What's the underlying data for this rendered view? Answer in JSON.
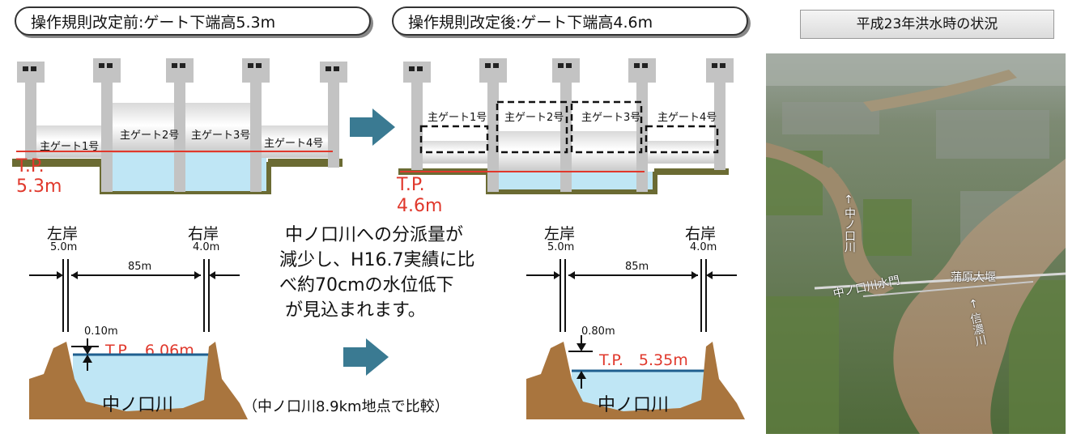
{
  "header": {
    "before_title": "操作規則改定前:ゲート下端高5.3m",
    "after_title": "操作規則改定後:ゲート下端高4.6m",
    "photo_title": "平成23年洪水時の状況"
  },
  "gates_before": {
    "labels": [
      "主ゲート1号",
      "主ゲート2号",
      "主ゲート3号",
      "主ゲート4号"
    ],
    "tp_line1": "T.P.",
    "tp_line2": "5.3m"
  },
  "gates_after": {
    "labels": [
      "主ゲート1号",
      "主ゲート2号",
      "主ゲート3号",
      "主ゲート4号"
    ],
    "tp_line1": "T.P.",
    "tp_line2": "4.6m"
  },
  "section_before": {
    "left_bank": "左岸",
    "left_height": "5.0m",
    "right_bank": "右岸",
    "right_height": "4.0m",
    "width": "85m",
    "drop": "0.10m",
    "water_level": "T.P.　6.06m",
    "river": "中ノ口川"
  },
  "section_after": {
    "left_bank": "左岸",
    "left_height": "5.0m",
    "right_bank": "右岸",
    "right_height": "4.0m",
    "width": "85m",
    "drop": "0.80m",
    "water_level": "T.P.　5.35m",
    "river": "中ノ口川"
  },
  "message": {
    "line1": "中ノ口川への分派量が",
    "line2": "減少し、H16.7実績に比",
    "line3": "べ約70cmの水位低下",
    "line4": "が見込まれます。",
    "comparison": "（中ノ口川8.9km地点で比較）"
  },
  "photo": {
    "label_nakanokuchi_river": "中ノ口川",
    "label_suimon": "中ノ口川水門",
    "label_kanbara": "蒲原大堰",
    "label_shinano": "信濃川"
  },
  "colors": {
    "water": "#bfe6f5",
    "tp_line": "#e0382c",
    "arrow": "#3a7a92",
    "ground": "#a9753e",
    "pillar": "#c3c3c3"
  }
}
